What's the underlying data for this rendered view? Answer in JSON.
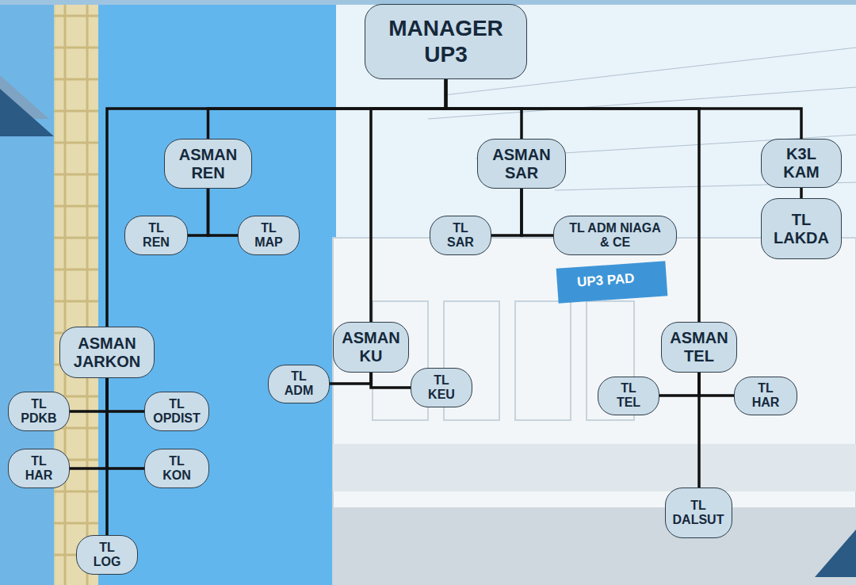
{
  "diagram": {
    "nodes": [
      {
        "text": [
          "MANAGER UP3"
        ]
      },
      {
        "text": [
          "ASMAN REN"
        ]
      },
      {
        "text": [
          "TL REN"
        ]
      },
      {
        "text": [
          "TL MAP"
        ]
      },
      {
        "text": [
          "ASMAN SAR"
        ]
      },
      {
        "text": [
          "TL SAR"
        ]
      },
      {
        "text": [
          "TL ADM NIAGA & CE"
        ]
      },
      {
        "text": [
          "K3L KAM"
        ]
      },
      {
        "text": [
          "TL LAKDA"
        ]
      },
      {
        "text": [
          "ASMAN JARKON"
        ]
      },
      {
        "text": [
          "TL PDKB"
        ]
      },
      {
        "text": [
          "TL OPDIST"
        ]
      },
      {
        "text": [
          "TL HAR"
        ]
      },
      {
        "text": [
          "TL KON"
        ]
      },
      {
        "text": [
          "TL LOG"
        ]
      },
      {
        "text": [
          "ASMAN KU"
        ]
      },
      {
        "text": [
          "TL ADM"
        ]
      },
      {
        "text": [
          "TL KEU"
        ]
      },
      {
        "text": [
          "ASMAN TEL"
        ]
      },
      {
        "text": [
          "TL TEL"
        ]
      },
      {
        "text": [
          "TL HAR"
        ]
      },
      {
        "text": [
          "TL DALSUT"
        ]
      }
    ],
    "edges": [
      {
        "from": 0,
        "to": 1,
        "arrow": "none"
      },
      {
        "from": 0,
        "to": 4,
        "arrow": "none"
      },
      {
        "from": 0,
        "to": 7,
        "arrow": "none"
      },
      {
        "from": 0,
        "to": 9,
        "arrow": "none"
      },
      {
        "from": 0,
        "to": 15,
        "arrow": "none"
      },
      {
        "from": 0,
        "to": 18,
        "arrow": "none"
      },
      {
        "from": 1,
        "to": 2,
        "arrow": "none"
      },
      {
        "from": 1,
        "to": 3,
        "arrow": "none"
      },
      {
        "from": 4,
        "to": 5,
        "arrow": "none"
      },
      {
        "from": 4,
        "to": 6,
        "arrow": "none"
      },
      {
        "from": 7,
        "to": 8,
        "arrow": "none"
      },
      {
        "from": 9,
        "to": 10,
        "arrow": "none"
      },
      {
        "from": 9,
        "to": 11,
        "arrow": "none"
      },
      {
        "from": 9,
        "to": 12,
        "arrow": "none"
      },
      {
        "from": 9,
        "to": 13,
        "arrow": "none"
      },
      {
        "from": 9,
        "to": 14,
        "arrow": "none"
      },
      {
        "from": 15,
        "to": 16,
        "arrow": "none"
      },
      {
        "from": 15,
        "to": 17,
        "arrow": "none"
      },
      {
        "from": 18,
        "to": 19,
        "arrow": "none"
      },
      {
        "from": 18,
        "to": 20,
        "arrow": "none"
      },
      {
        "from": 18,
        "to": 21,
        "arrow": "none"
      }
    ],
    "labels": [
      "UP3 PAD"
    ]
  }
}
